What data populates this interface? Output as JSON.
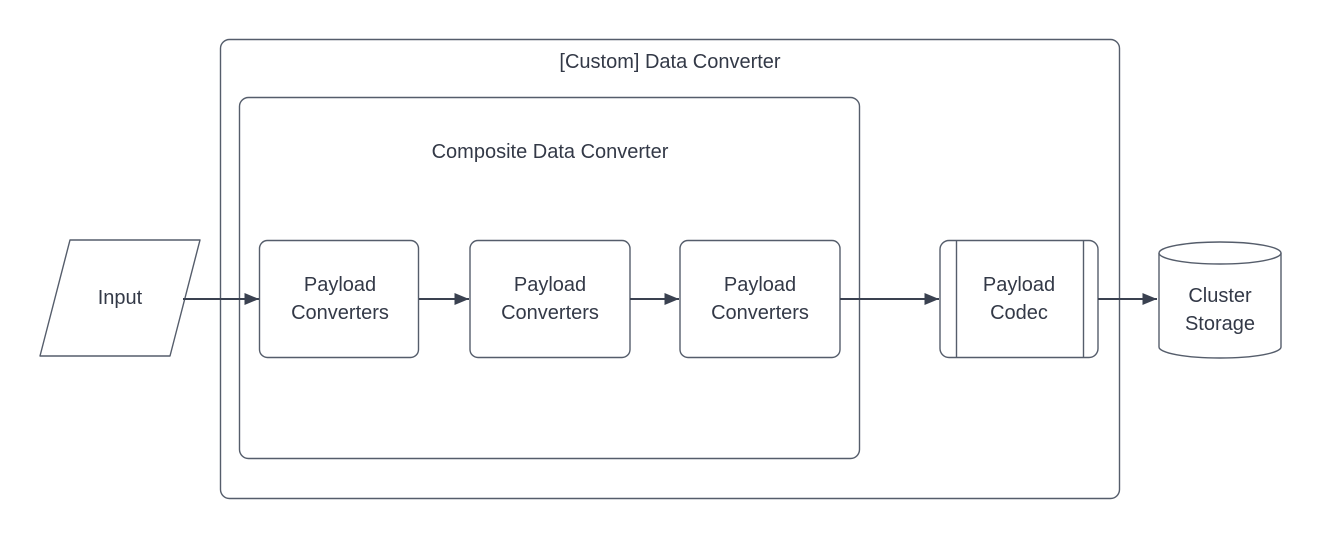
{
  "diagram": {
    "outer_container": {
      "title": "[Custom] Data Converter"
    },
    "inner_container": {
      "title": "Composite Data Converter"
    },
    "input": {
      "label": "Input"
    },
    "converters": [
      {
        "label": "Payload Converters"
      },
      {
        "label": "Payload Converters"
      },
      {
        "label": "Payload Converters"
      }
    ],
    "codec": {
      "label": "Payload Codec"
    },
    "storage": {
      "label": "Cluster Storage"
    },
    "colors": {
      "shape_stroke": "#555d6b",
      "arrow": "#3a4150",
      "text": "#333947",
      "background": "#ffffff"
    }
  }
}
